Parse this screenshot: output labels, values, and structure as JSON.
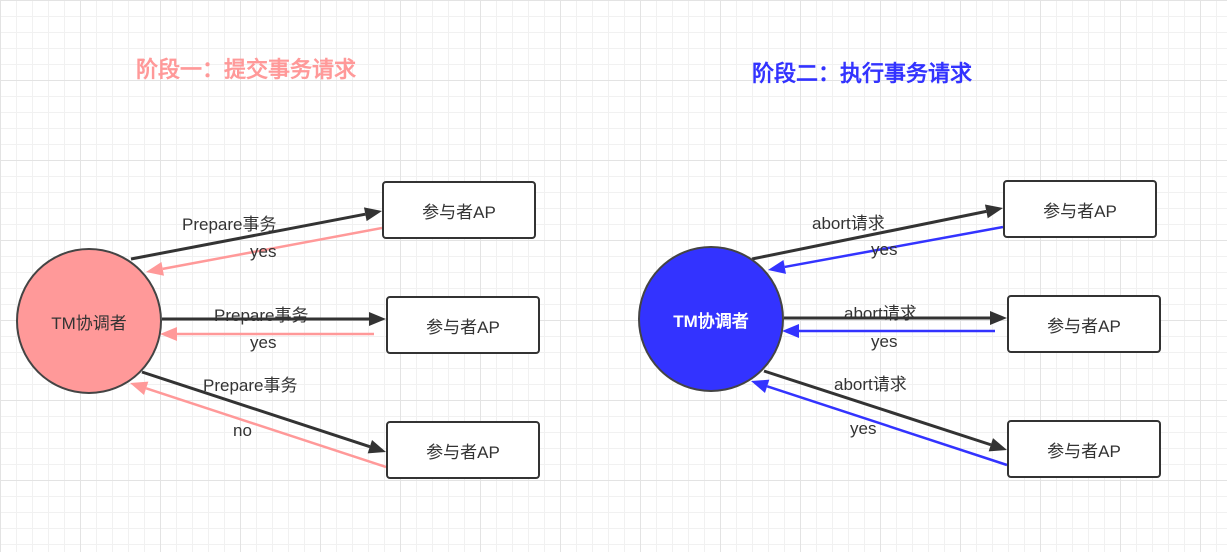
{
  "colors": {
    "phase1_accent": "#ff9999",
    "phase2_accent": "#3333ff",
    "request_arrow": "#333333",
    "phase1_reply_arrow": "#ff9999",
    "phase2_reply_arrow": "#3333ff"
  },
  "phase1": {
    "title": "阶段一：提交事务请求",
    "coordinator": "TM协调者",
    "participants": [
      "参与者AP",
      "参与者AP",
      "参与者AP"
    ],
    "requests": [
      "Prepare事务",
      "Prepare事务",
      "Prepare事务"
    ],
    "replies": [
      "yes",
      "yes",
      "no"
    ]
  },
  "phase2": {
    "title": "阶段二：执行事务请求",
    "coordinator": "TM协调者",
    "participants": [
      "参与者AP",
      "参与者AP",
      "参与者AP"
    ],
    "requests": [
      "abort请求",
      "abort请求",
      "abort请求"
    ],
    "replies": [
      "yes",
      "yes",
      "yes"
    ]
  }
}
